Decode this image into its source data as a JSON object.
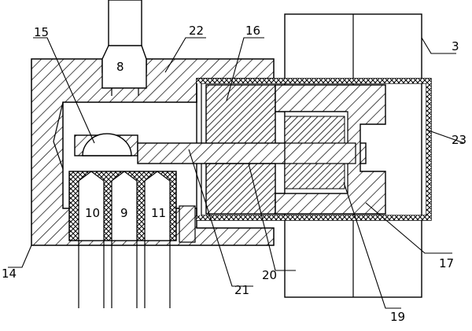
{
  "labels": {
    "l3": "3",
    "l8": "8",
    "l9": "9",
    "l10": "10",
    "l11": "11",
    "l14": "14",
    "l15": "15",
    "l16": "16",
    "l17": "17",
    "l19": "19",
    "l20": "20",
    "l21": "21",
    "l22": "22",
    "l23": "23"
  }
}
